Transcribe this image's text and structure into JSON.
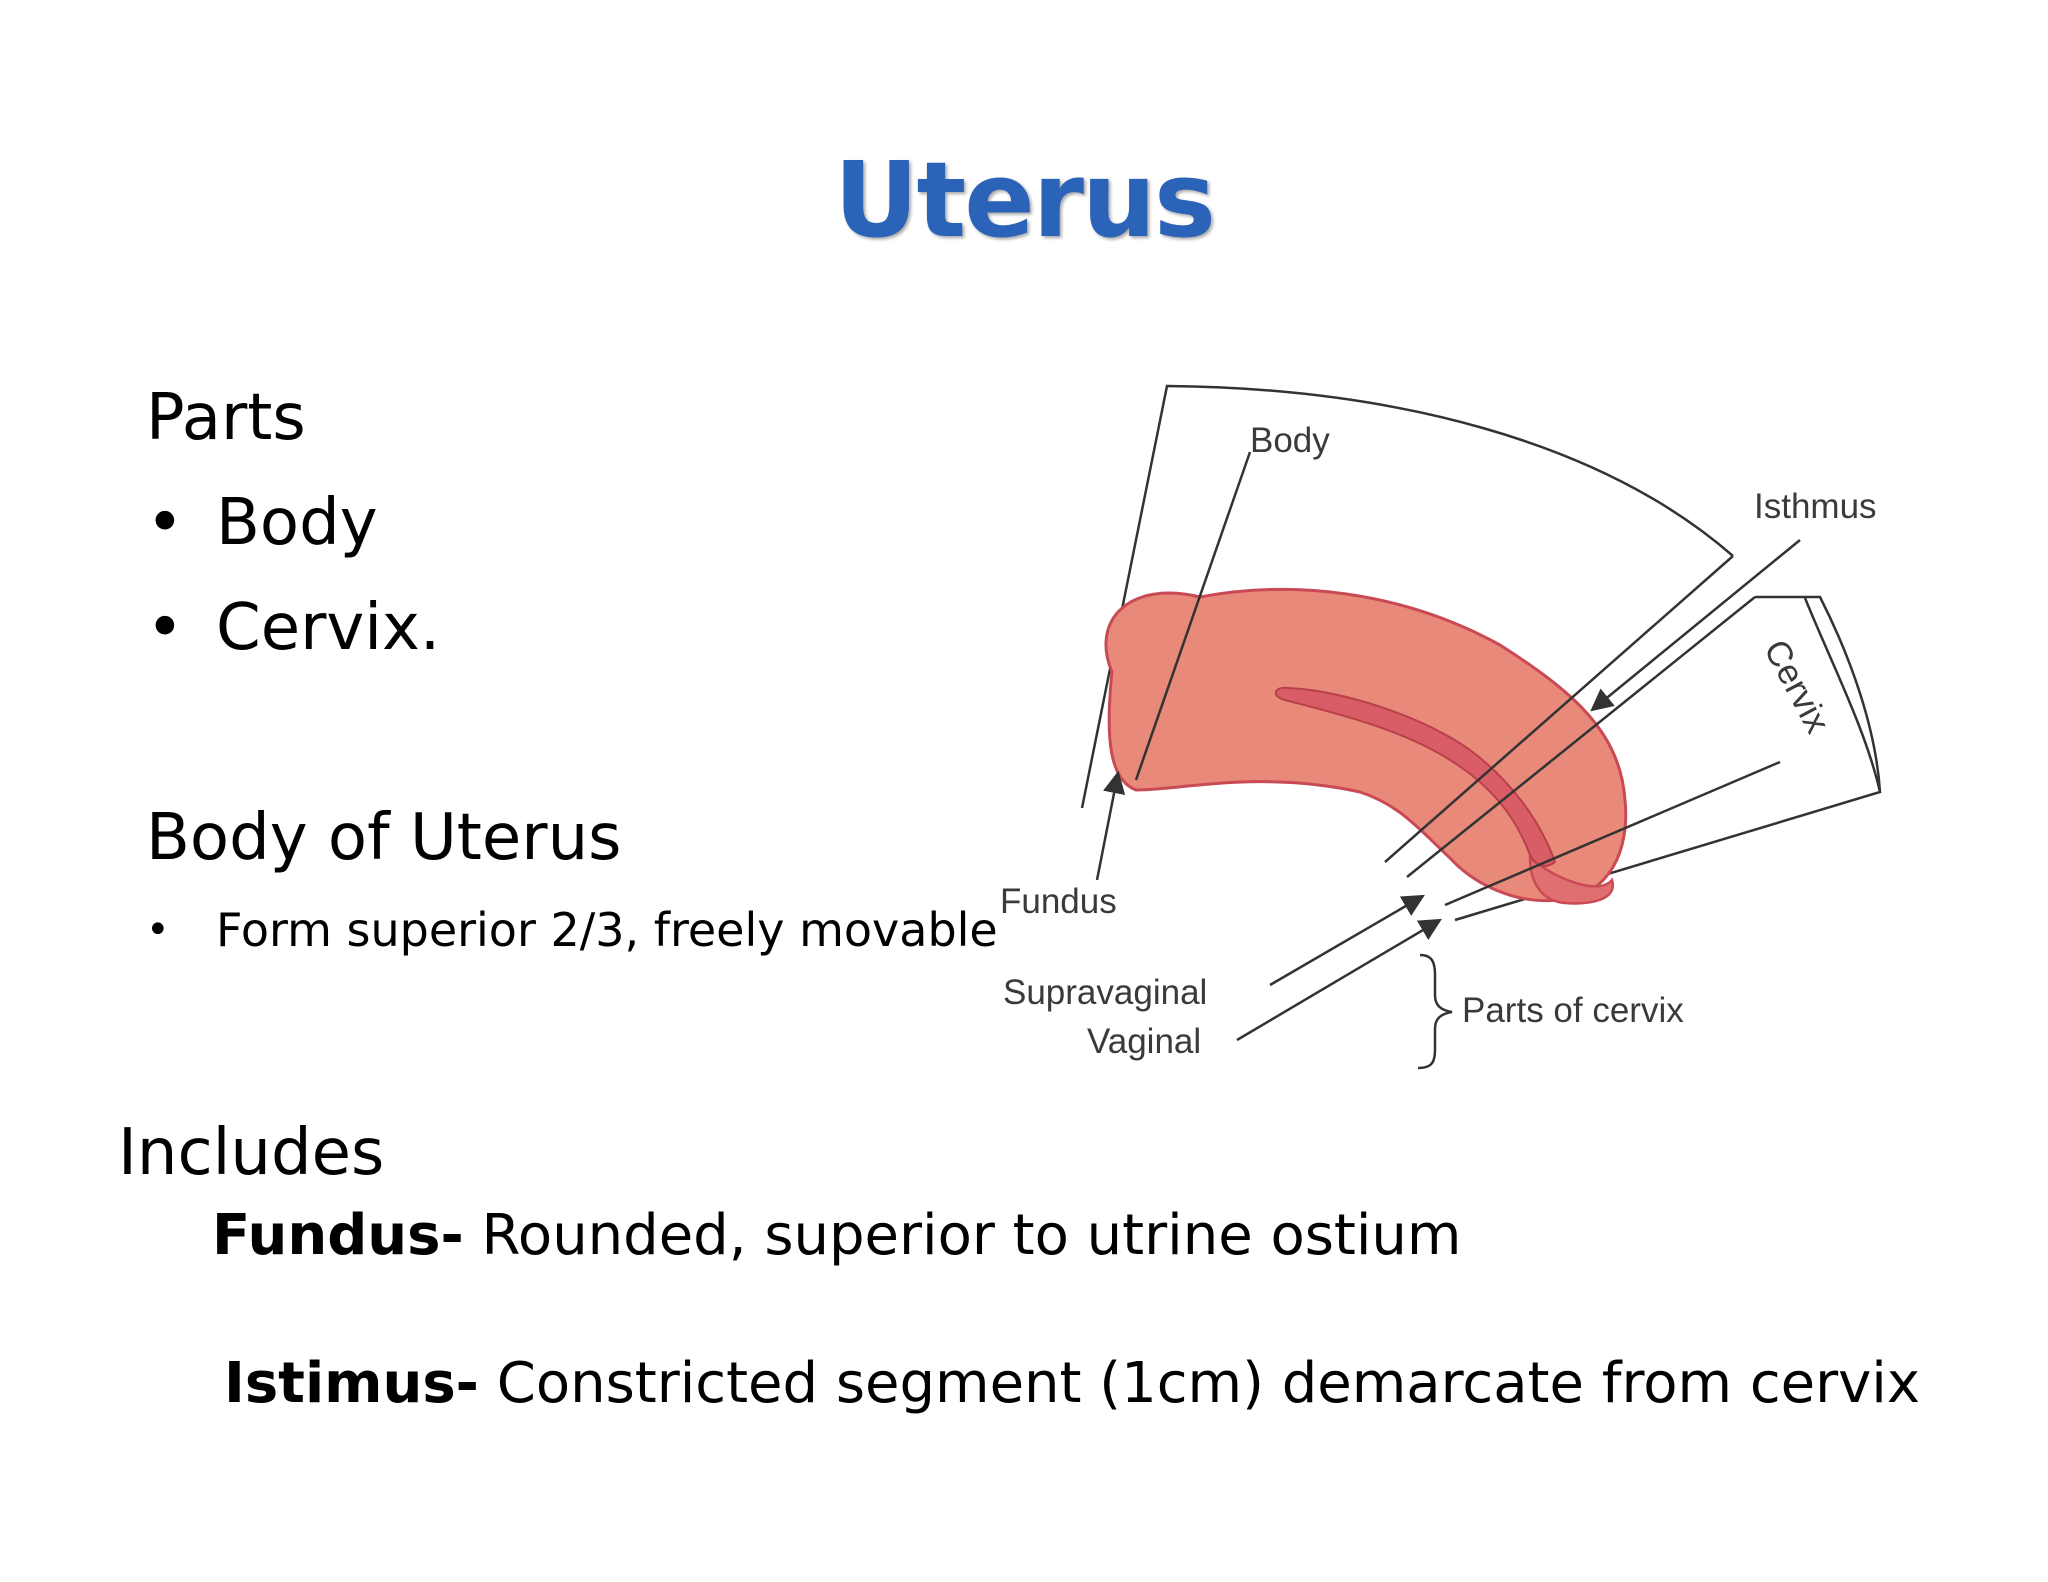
{
  "title": "Uterus",
  "parts": {
    "heading": "Parts",
    "items": [
      "Body",
      "Cervix."
    ]
  },
  "body_of_uterus": {
    "heading": "Body of Uterus",
    "items": [
      "Form superior 2/3, freely movable"
    ]
  },
  "includes": {
    "heading": "Includes",
    "fundus": {
      "term": "Fundus-",
      "description": " Rounded, superior to utrine ostium"
    },
    "istimus": {
      "term": "Istimus-",
      "description": " Constricted segment (1cm) demarcate from cervix"
    }
  },
  "diagram": {
    "labels": {
      "body": "Body",
      "isthmus": "Isthmus",
      "cervix": "Cervix",
      "fundus": "Fundus",
      "supravaginal": "Supravaginal",
      "vaginal": "Vaginal",
      "parts_of_cervix": "Parts of cervix"
    },
    "colors": {
      "uterus_fill": "#e8897a",
      "uterus_outline": "#c94a55",
      "cavity": "#d95d66",
      "lines": "#333333"
    }
  },
  "bullet_symbol": "•"
}
